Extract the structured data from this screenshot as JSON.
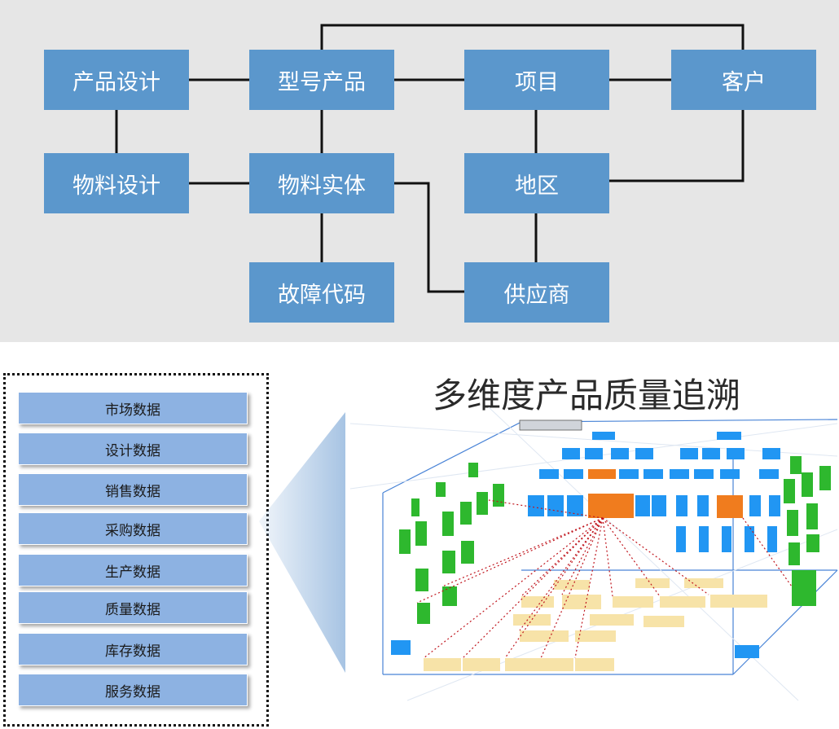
{
  "diagram": {
    "nodes": {
      "product_design": "产品设计",
      "model_product": "型号产品",
      "project": "项目",
      "customer": "客户",
      "material_design": "物料设计",
      "material_entity": "物料实体",
      "region": "地区",
      "fault_code": "故障代码",
      "supplier": "供应商"
    }
  },
  "data_list": {
    "items": [
      "市场数据",
      "设计数据",
      "销售数据",
      "采购数据",
      "生产数据",
      "质量数据",
      "库存数据",
      "服务数据"
    ]
  },
  "headline": "多维度产品质量追溯",
  "colors": {
    "node_fill": "#5b97cc",
    "list_fill": "#8db2e2",
    "top_background": "#e6e6e6",
    "trace_blue": "#2196f3",
    "trace_orange": "#f07c1e",
    "trace_green": "#2eb82e",
    "trace_yellow": "#f7e3a8",
    "trace_red_dotted": "#c0161e"
  }
}
